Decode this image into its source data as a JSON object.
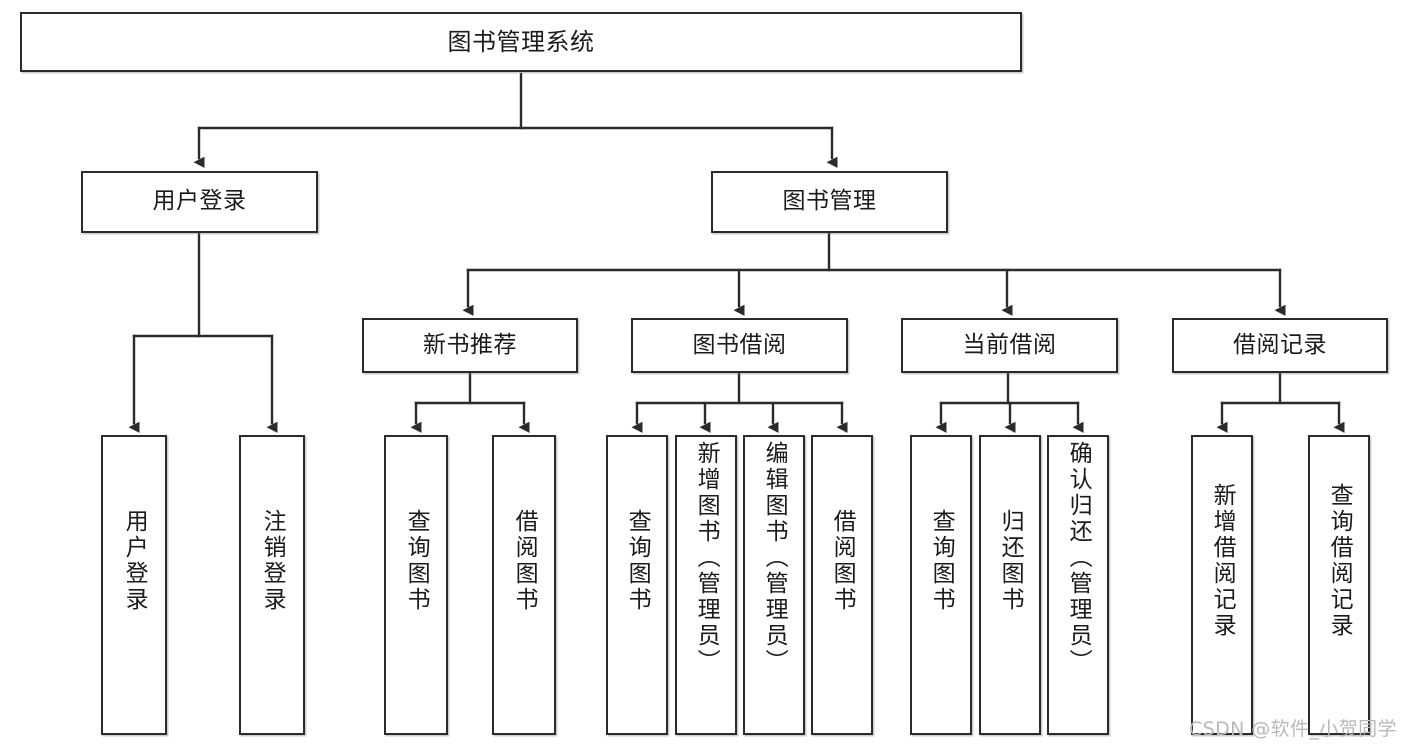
{
  "diagram": {
    "type": "tree",
    "title": "图书管理系统",
    "orientation": "top-down",
    "root": {
      "label": "图书管理系统",
      "level": 0
    },
    "nodes": [
      {
        "id": "root",
        "label": "图书管理系统",
        "level": 0,
        "parent": null,
        "orientation": "horizontal"
      },
      {
        "id": "user-login",
        "label": "用户登录",
        "level": 1,
        "parent": "root",
        "orientation": "horizontal"
      },
      {
        "id": "book-manage",
        "label": "图书管理",
        "level": 1,
        "parent": "root",
        "orientation": "horizontal"
      },
      {
        "id": "new-book-rec",
        "label": "新书推荐",
        "level": 2,
        "parent": "book-manage",
        "orientation": "horizontal"
      },
      {
        "id": "book-borrow",
        "label": "图书借阅",
        "level": 2,
        "parent": "book-manage",
        "orientation": "horizontal"
      },
      {
        "id": "current-borrow",
        "label": "当前借阅",
        "level": 2,
        "parent": "book-manage",
        "orientation": "horizontal"
      },
      {
        "id": "borrow-record",
        "label": "借阅记录",
        "level": 2,
        "parent": "book-manage",
        "orientation": "horizontal"
      },
      {
        "id": "leaf-user-login",
        "label": "用户登录",
        "level": 2,
        "parent": "user-login",
        "orientation": "vertical"
      },
      {
        "id": "leaf-logout",
        "label": "注销登录",
        "level": 2,
        "parent": "user-login",
        "orientation": "vertical"
      },
      {
        "id": "leaf-q1",
        "label": "查询图书",
        "level": 3,
        "parent": "new-book-rec",
        "orientation": "vertical"
      },
      {
        "id": "leaf-b1",
        "label": "借阅图书",
        "level": 3,
        "parent": "new-book-rec",
        "orientation": "vertical"
      },
      {
        "id": "leaf-q2",
        "label": "查询图书",
        "level": 3,
        "parent": "book-borrow",
        "orientation": "vertical"
      },
      {
        "id": "leaf-add-book",
        "label": "新增图书（管理员）",
        "level": 3,
        "parent": "book-borrow",
        "orientation": "vertical"
      },
      {
        "id": "leaf-edit-book",
        "label": "编辑图书（管理员）",
        "level": 3,
        "parent": "book-borrow",
        "orientation": "vertical"
      },
      {
        "id": "leaf-b2",
        "label": "借阅图书",
        "level": 3,
        "parent": "book-borrow",
        "orientation": "vertical"
      },
      {
        "id": "leaf-q3",
        "label": "查询图书",
        "level": 3,
        "parent": "current-borrow",
        "orientation": "vertical"
      },
      {
        "id": "leaf-return",
        "label": "归还图书",
        "level": 3,
        "parent": "current-borrow",
        "orientation": "vertical"
      },
      {
        "id": "leaf-confirm",
        "label": "确认归还（管理员）",
        "level": 3,
        "parent": "current-borrow",
        "orientation": "vertical"
      },
      {
        "id": "leaf-add-rec",
        "label": "新增借阅记录",
        "level": 3,
        "parent": "borrow-record",
        "orientation": "vertical"
      },
      {
        "id": "leaf-query-rec",
        "label": "查询借阅记录",
        "level": 3,
        "parent": "borrow-record",
        "orientation": "vertical"
      }
    ],
    "colors": {
      "background": "#ffffff",
      "box_border": "#2b2b2b",
      "box_fill": "#ffffff",
      "edge": "#2b2b2b",
      "text": "#1b1b1b",
      "watermark": "#b9b9b9"
    }
  },
  "watermark": {
    "text": "CSDN @软件_小贺同学"
  }
}
